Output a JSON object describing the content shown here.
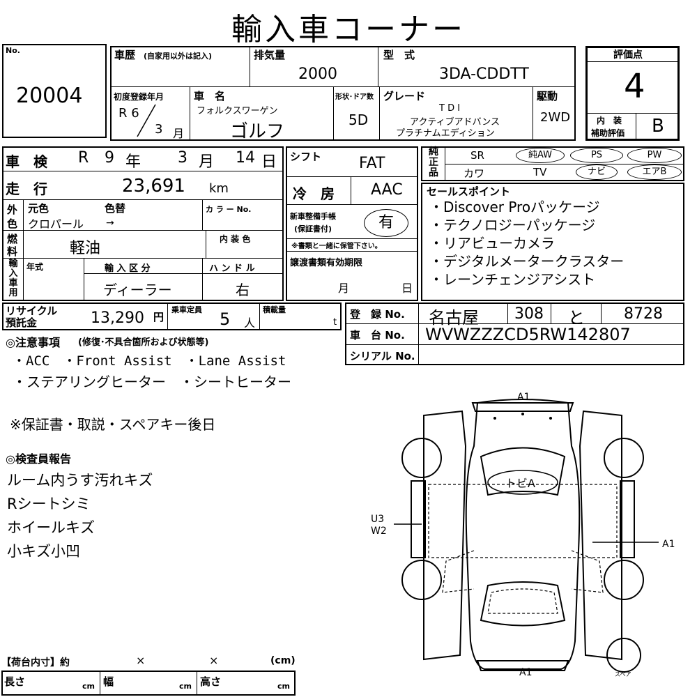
{
  "title": "輸入車コーナー",
  "header": {
    "no_label": "No.",
    "no_value": "20004",
    "history_label": "車歴",
    "history_note": "(自家用以外は記入)",
    "displacement_label": "排気量",
    "displacement_value": "2000",
    "model_label": "型　式",
    "model_value": "3DA-CDDTT",
    "score_label": "評価点",
    "score_value": "4",
    "first_reg_label": "初度登録年月",
    "first_reg_era": "R 6",
    "first_reg_month": "3",
    "first_reg_month_unit": "月",
    "car_name_label": "車　名",
    "maker": "フォルクスワーゲン",
    "car_name": "ゴルフ",
    "doors_label": "形状･ドア数",
    "doors_value": "5D",
    "grade_label": "グレード",
    "grade_line1": "T D I",
    "grade_line2": "アクティブアドバンス",
    "grade_line3": "プラチナムエディション",
    "drive_label": "駆動",
    "drive_value": "2WD",
    "interior_label1": "内　装",
    "interior_label2": "補助評価",
    "interior_value": "B"
  },
  "inspection": {
    "label": "車　検",
    "era": "R",
    "year": "9",
    "year_unit": "年",
    "month": "3",
    "month_unit": "月",
    "day": "14",
    "day_unit": "日"
  },
  "mileage": {
    "label": "走　行",
    "value": "23,691",
    "unit": "km"
  },
  "color": {
    "side1": "外",
    "side2": "色",
    "orig_label": "元色",
    "change_label": "色替",
    "code_label": "カ ラ ー No.",
    "value": "クロパール",
    "arrow": "→"
  },
  "fuel": {
    "side1": "燃",
    "side2": "料",
    "value": "軽油",
    "interior_color_label": "内 装 色"
  },
  "import": {
    "side": [
      "輸",
      "入",
      "車",
      "用"
    ],
    "year_label": "年式",
    "class_label": "輸 入 区 分",
    "class_value": "ディーラー",
    "handle_label": "ハ ン ド ル",
    "handle_value": "右"
  },
  "shift": {
    "label": "シフト",
    "value": "FAT"
  },
  "ac": {
    "label": "冷　房",
    "value": "AAC"
  },
  "service": {
    "label1": "新車整備手帳",
    "label2": "(保証書付)",
    "value": "有",
    "note": "※書類と一緒に保管下さい。"
  },
  "transfer": {
    "label": "譲渡書類有効期限",
    "month": "月",
    "day": "日"
  },
  "equipment": {
    "side": [
      "純",
      "正",
      "品"
    ],
    "items": [
      "SR",
      "純AW",
      "PS",
      "PW",
      "カワ",
      "TV",
      "ナビ",
      "エアB"
    ]
  },
  "sales": {
    "label": "セールスポイント",
    "points": [
      "・Discover Proパッケージ",
      "・テクノロジーパッケージ",
      "・リアビューカメラ",
      "・デジタルメータークラスター",
      "・レーンチェンジアシスト"
    ]
  },
  "recycle": {
    "label1": "リサイクル",
    "label2": "預託金",
    "value": "13,290",
    "unit": "円",
    "capacity_label": "乗車定員",
    "capacity_value": "5",
    "capacity_unit": "人",
    "load_label": "積載量",
    "load_unit": "t"
  },
  "registration": {
    "reg_label": "登　録 No.",
    "reg_city": "名古屋",
    "reg_class": "308",
    "reg_kana": "と",
    "reg_number": "8728",
    "chassis_label": "車　台 No.",
    "chassis_value": "WVWZZZCD5RW142807",
    "serial_label": "シリアル No."
  },
  "notes": {
    "heading": "◎注意事項",
    "heading_note": "(修復･不具合箇所および状態等)",
    "line1": "・ACC　・Front Assist　・Lane Assist",
    "line2": "・ステアリングヒーター　・シートヒーター",
    "line3": "※保証書・取説・スペアキー後日"
  },
  "inspector": {
    "heading": "◎検査員報告",
    "lines": [
      "ルーム内うす汚れキズ",
      "Rシートシミ",
      "ホイールキズ",
      "小キズ小凹"
    ]
  },
  "diagram": {
    "top_label": "A1",
    "bottom_label": "A1",
    "left_label1": "U3",
    "left_label2": "W2",
    "right_label": "A1",
    "roof_label": "トビA",
    "spare_label": "スペア"
  },
  "cargo": {
    "heading": "【荷台内寸】約",
    "x1": "×",
    "x2": "×",
    "unit_label": "(cm)",
    "length_label": "長さ",
    "width_label": "幅",
    "height_label": "高さ",
    "cm": "cm"
  }
}
